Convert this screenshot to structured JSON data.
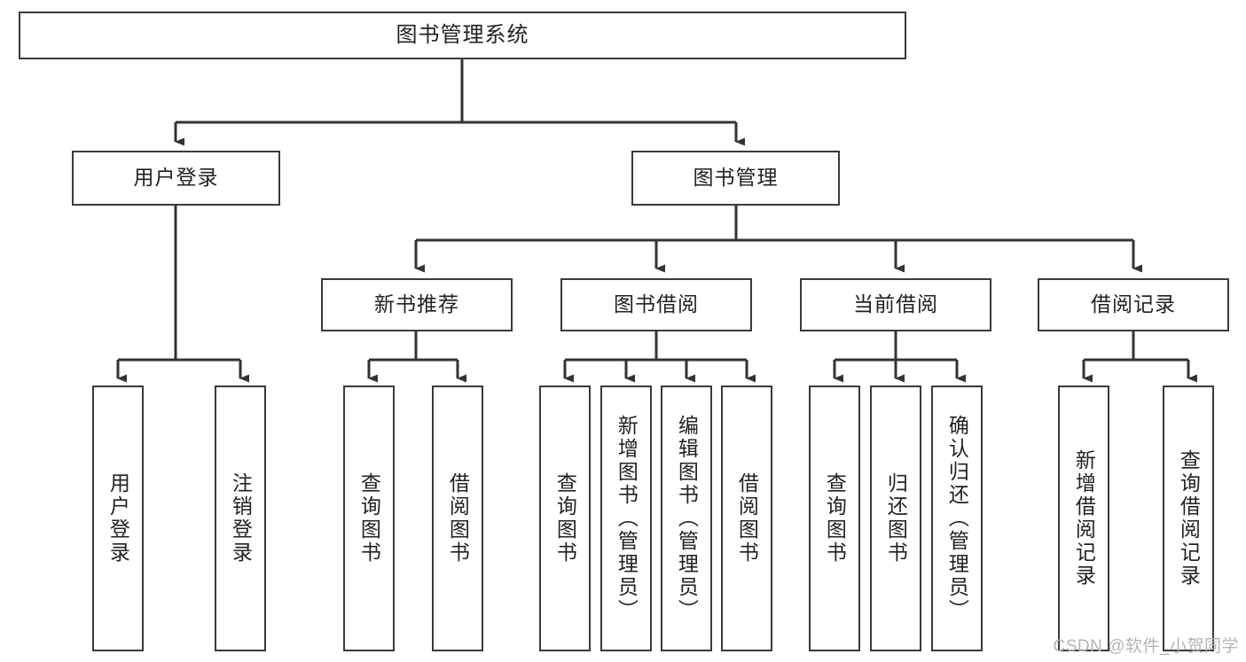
{
  "diagram": {
    "type": "tree",
    "title": "图书管理系统",
    "orientation": "top-down",
    "line_color": "#333333",
    "box_border_color": "#3a3a3a",
    "box_fill_color": "#ffffff",
    "text_color": "#222222",
    "background_color": "#ffffff"
  },
  "root": {
    "label": "图书管理系统"
  },
  "level2": [
    {
      "label": "用户登录"
    },
    {
      "label": "图书管理"
    }
  ],
  "level3": [
    {
      "label": "新书推荐"
    },
    {
      "label": "图书借阅"
    },
    {
      "label": "当前借阅"
    },
    {
      "label": "借阅记录"
    }
  ],
  "leaves": {
    "user_login": [
      {
        "label": "用户登录"
      },
      {
        "label": "注销登录"
      }
    ],
    "new_book_recommend": [
      {
        "label": "查询图书"
      },
      {
        "label": "借阅图书"
      }
    ],
    "book_borrow": [
      {
        "label": "查询图书"
      },
      {
        "label": "新增图书（管理员）"
      },
      {
        "label": "编辑图书（管理员）"
      },
      {
        "label": "借阅图书"
      }
    ],
    "current_borrow": [
      {
        "label": "查询图书"
      },
      {
        "label": "归还图书"
      },
      {
        "label": "确认归还（管理员）"
      }
    ],
    "borrow_record": [
      {
        "label": "新增借阅记录"
      },
      {
        "label": "查询借阅记录"
      }
    ]
  },
  "watermark": {
    "text": "CSDN @软件_小贺同学"
  }
}
